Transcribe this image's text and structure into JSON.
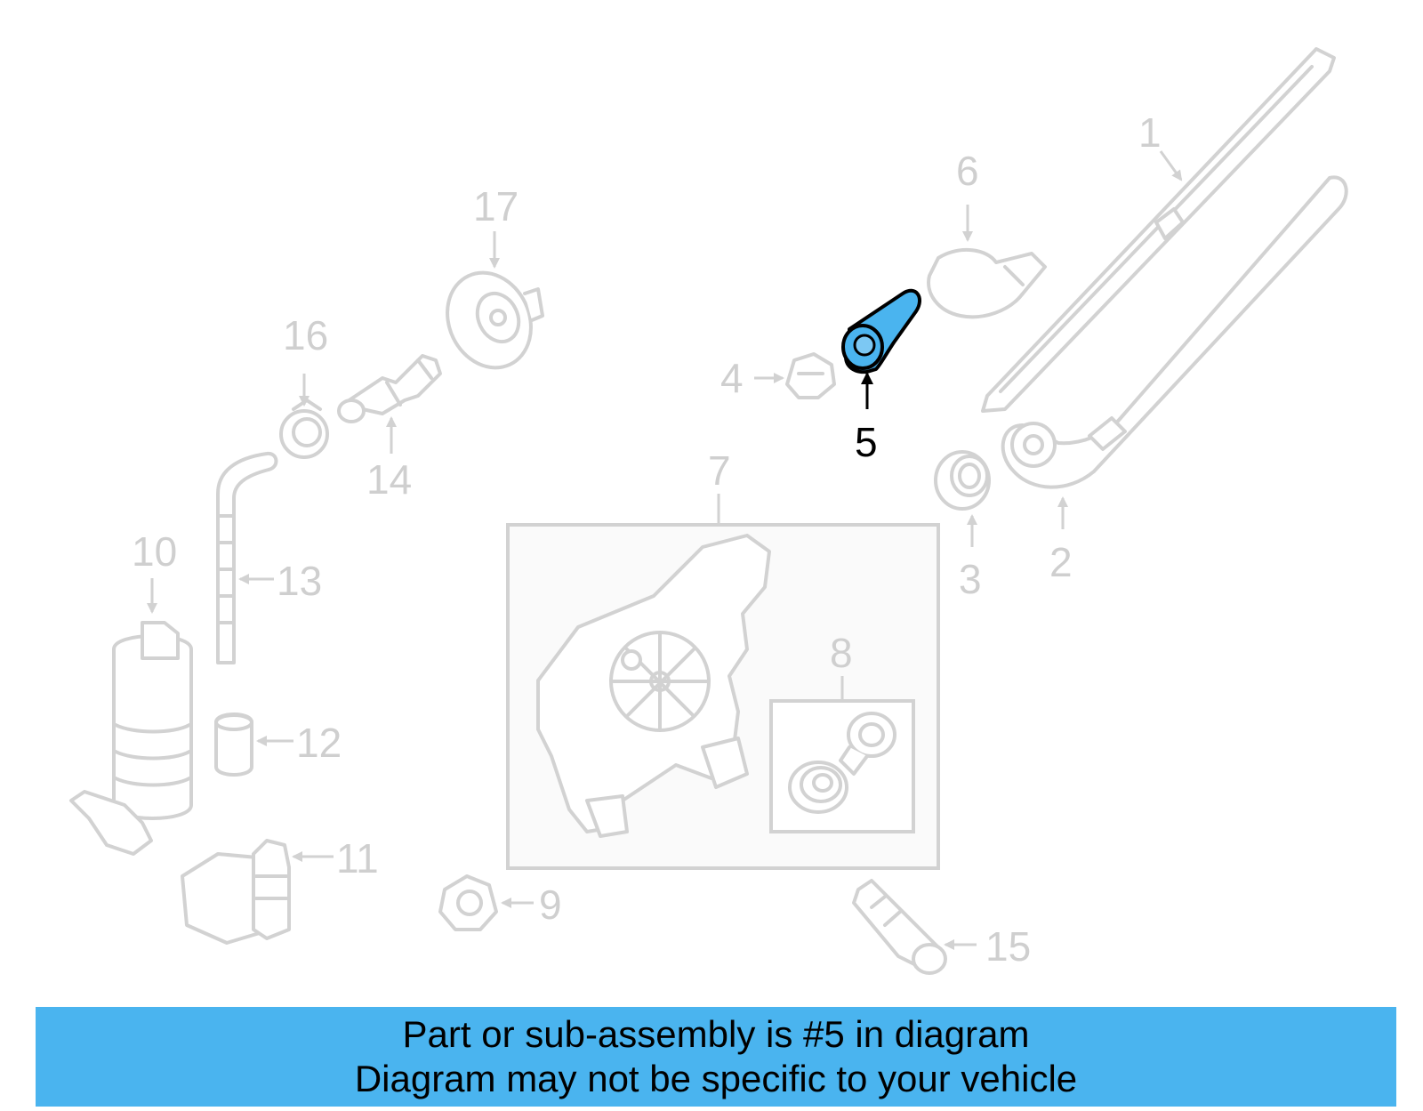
{
  "diagram": {
    "highlighted_part": "5",
    "colors": {
      "highlight": "#4ab4ef",
      "ghost": "#d2d2d2",
      "banner": "#4ab4ef"
    },
    "callouts": [
      "1",
      "2",
      "3",
      "4",
      "5",
      "6",
      "7",
      "8",
      "9",
      "10",
      "11",
      "12",
      "13",
      "14",
      "15",
      "16",
      "17"
    ]
  },
  "banner": {
    "line1": "Part or sub-assembly is #5 in diagram",
    "line2": "Diagram may not be specific to your vehicle"
  }
}
